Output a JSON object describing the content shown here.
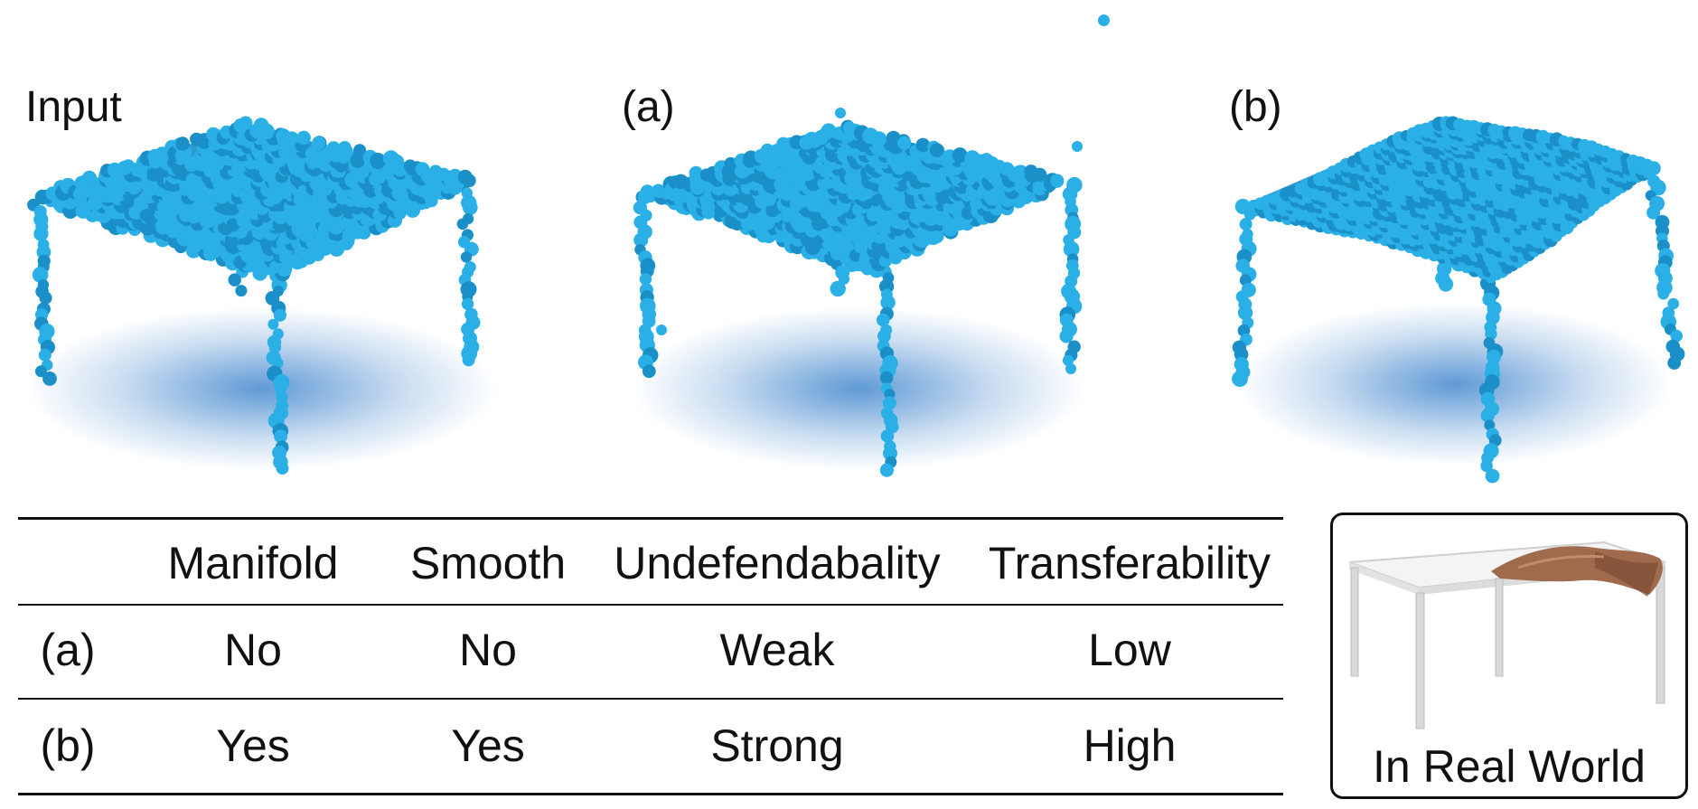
{
  "panels": [
    {
      "id": "input",
      "label": "Input"
    },
    {
      "id": "a",
      "label": "(a)"
    },
    {
      "id": "b",
      "label": "(b)"
    }
  ],
  "table": {
    "headers": [
      "",
      "Manifold",
      "Smooth",
      "Undefendabality",
      "Transferability"
    ],
    "rows": [
      {
        "label": "(a)",
        "manifold": "No",
        "smooth": "No",
        "undefendability": "Weak",
        "transferability": "Low"
      },
      {
        "label": "(b)",
        "manifold": "Yes",
        "smooth": "Yes",
        "undefendability": "Strong",
        "transferability": "High"
      }
    ]
  },
  "real_world": {
    "caption": "In Real World"
  },
  "colors": {
    "point_cloud": "#2ab0e6",
    "point_cloud_dark": "#1a8fc8",
    "shadow": "#2a78c8",
    "cloth": "#a06a4c",
    "table_frame": "#d8d8d8"
  }
}
